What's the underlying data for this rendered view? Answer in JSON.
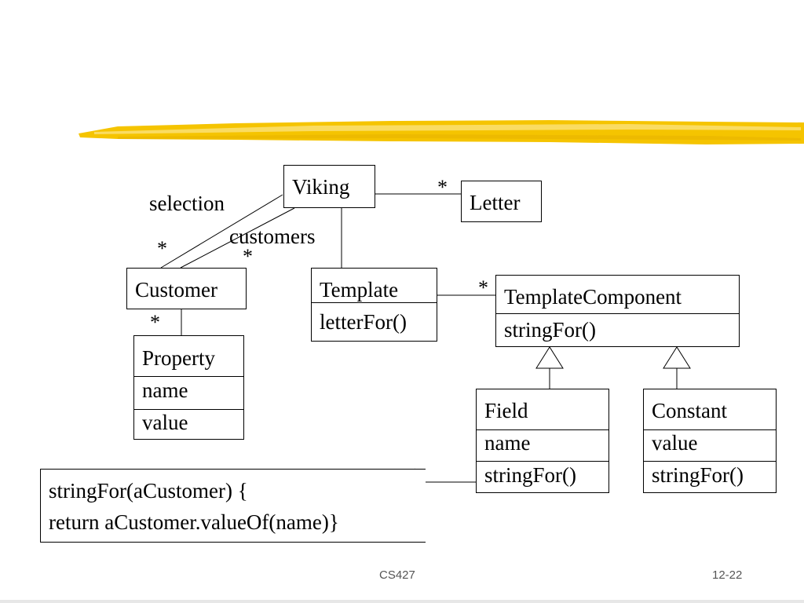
{
  "diagram": {
    "classes": {
      "viking": {
        "name": "Viking"
      },
      "letter": {
        "name": "Letter"
      },
      "customer": {
        "name": "Customer"
      },
      "template": {
        "name": "Template",
        "method": "letterFor()"
      },
      "template_component": {
        "name": "TemplateComponent",
        "method": "stringFor()"
      },
      "property": {
        "name": "Property",
        "attr1": "name",
        "attr2": "value"
      },
      "field": {
        "name": "Field",
        "attr": "name",
        "method": "stringFor()"
      },
      "constant": {
        "name": "Constant",
        "attr": "value",
        "method": "stringFor()"
      }
    },
    "roles": {
      "selection": "selection",
      "customers": "customers"
    },
    "multiplicities": {
      "letter": "*",
      "selection": "*",
      "customers": "*",
      "property": "*",
      "component": "*"
    },
    "note": {
      "line1": "stringFor(aCustomer) {",
      "line2": "return aCustomer.valueOf(name)}"
    }
  },
  "footer": {
    "course": "CS427",
    "page": "12-22"
  },
  "colors": {
    "highlight_bar": "#f5c400",
    "highlight_bar_light": "#fbe27a",
    "line": "#000000",
    "footer_text": "#555555"
  }
}
